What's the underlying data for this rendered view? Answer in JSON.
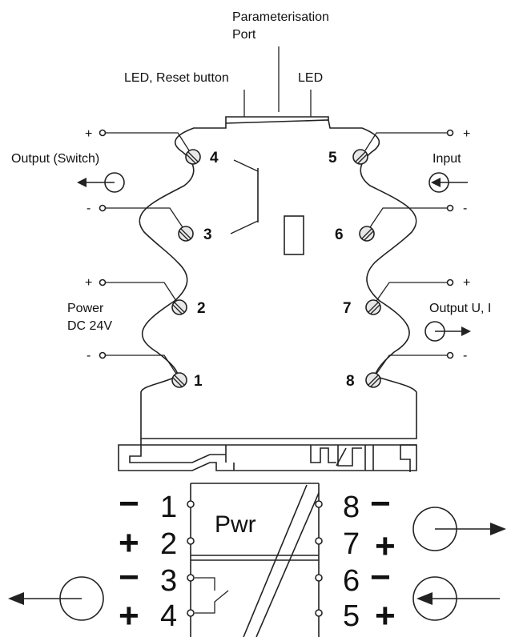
{
  "labels": {
    "param_port_line1": "Parameterisation",
    "param_port_line2": "Port",
    "led_reset": "LED, Reset button",
    "led": "LED",
    "output_switch": "Output (Switch)",
    "input": "Input",
    "output_ui": "Output U, I",
    "power_line1": "Power",
    "power_line2": "DC 24V",
    "pwr": "Pwr"
  },
  "terminals": {
    "t1": "1",
    "t2": "2",
    "t3": "3",
    "t4": "4",
    "t5": "5",
    "t6": "6",
    "t7": "7",
    "t8": "8"
  },
  "polarity": {
    "plus": "+",
    "minus": "-"
  },
  "schematic": {
    "n1": "1",
    "n2": "2",
    "n3": "3",
    "n4": "4",
    "n5": "5",
    "n6": "6",
    "n7": "7",
    "n8": "8",
    "minus": "−",
    "plus": "+"
  },
  "colors": {
    "line": "#222222",
    "background": "#ffffff"
  }
}
